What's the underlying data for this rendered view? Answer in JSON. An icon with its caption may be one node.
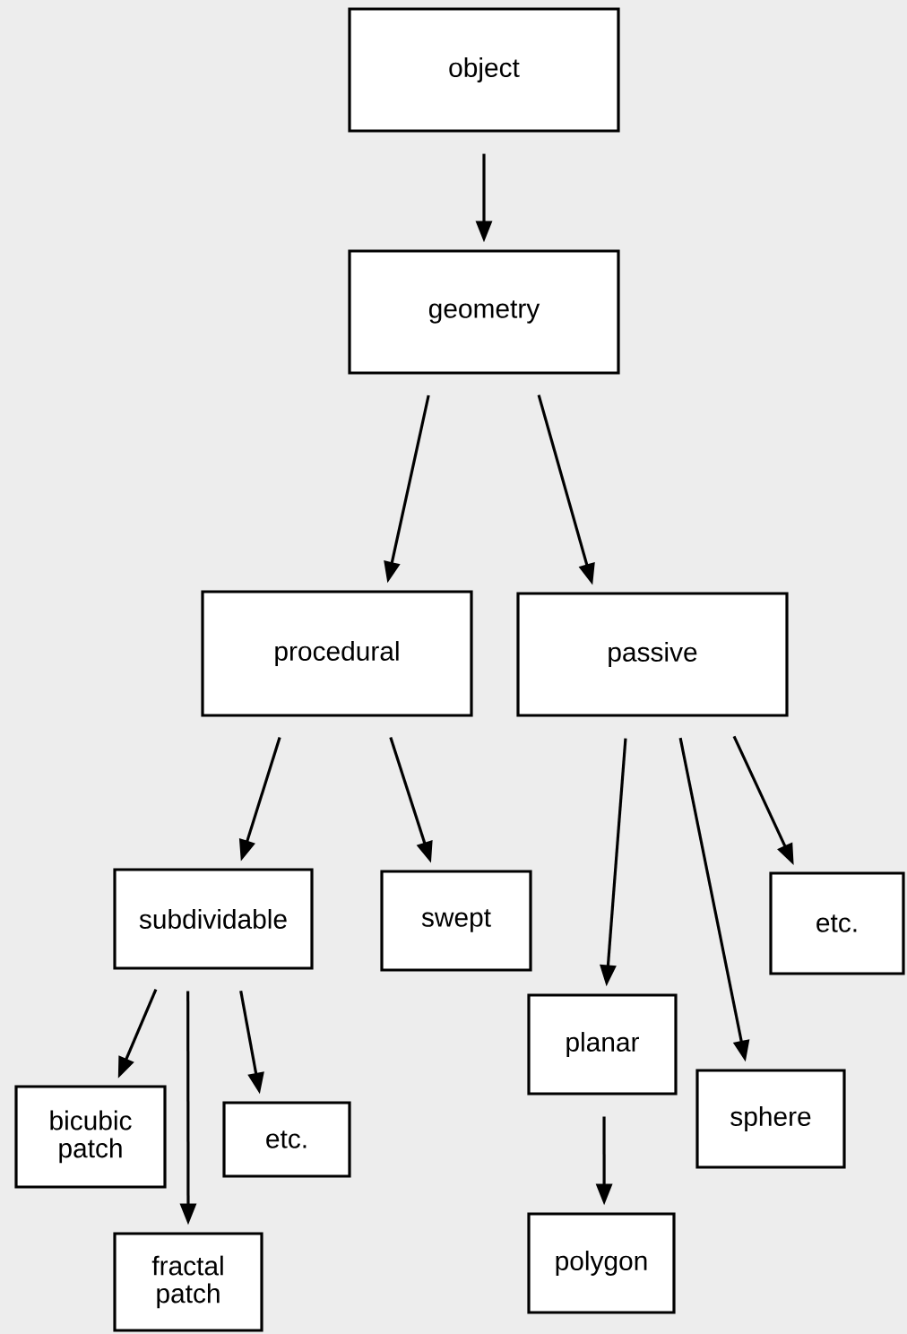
{
  "diagram": {
    "nodes": [
      {
        "text": [
          "object"
        ]
      },
      {
        "text": [
          "geometry"
        ]
      },
      {
        "text": [
          "procedural"
        ]
      },
      {
        "text": [
          "passive"
        ]
      },
      {
        "text": [
          "subdividable"
        ]
      },
      {
        "text": [
          "swept"
        ]
      },
      {
        "text": [
          "etc."
        ]
      },
      {
        "text": [
          "planar"
        ]
      },
      {
        "text": [
          "sphere"
        ]
      },
      {
        "text": [
          "bicubic patch"
        ]
      },
      {
        "text": [
          "etc."
        ]
      },
      {
        "text": [
          "fractal patch"
        ]
      },
      {
        "text": [
          "polygon"
        ]
      }
    ],
    "edges": [
      {
        "from": 0,
        "to": 1,
        "arrow": "to"
      },
      {
        "from": 1,
        "to": 2,
        "arrow": "to"
      },
      {
        "from": 1,
        "to": 3,
        "arrow": "to"
      },
      {
        "from": 2,
        "to": 4,
        "arrow": "to"
      },
      {
        "from": 2,
        "to": 5,
        "arrow": "to"
      },
      {
        "from": 3,
        "to": 7,
        "arrow": "to"
      },
      {
        "from": 3,
        "to": 8,
        "arrow": "to"
      },
      {
        "from": 3,
        "to": 6,
        "arrow": "to"
      },
      {
        "from": 4,
        "to": 9,
        "arrow": "to"
      },
      {
        "from": 4,
        "to": 11,
        "arrow": "to"
      },
      {
        "from": 4,
        "to": 10,
        "arrow": "to"
      },
      {
        "from": 7,
        "to": 12,
        "arrow": "to"
      }
    ]
  }
}
